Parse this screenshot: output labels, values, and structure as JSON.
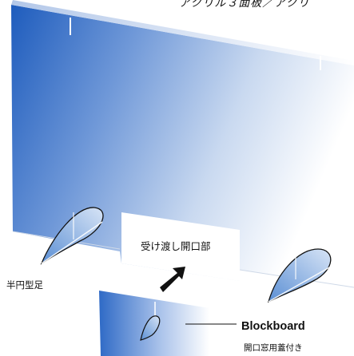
{
  "diagram": {
    "top_caption": "アクリル３面板／アクリ",
    "opening_label": "受け渡し開口部",
    "foot_label": "半円型足",
    "blockboard": {
      "title": "Blockboard",
      "subtitle": "開口窓用蓋付き"
    },
    "colors": {
      "panel_dark": "#1f5fc0",
      "panel_light": "#ffffff",
      "foot_fill": "#6f9fd8",
      "outline": "#111111"
    }
  }
}
